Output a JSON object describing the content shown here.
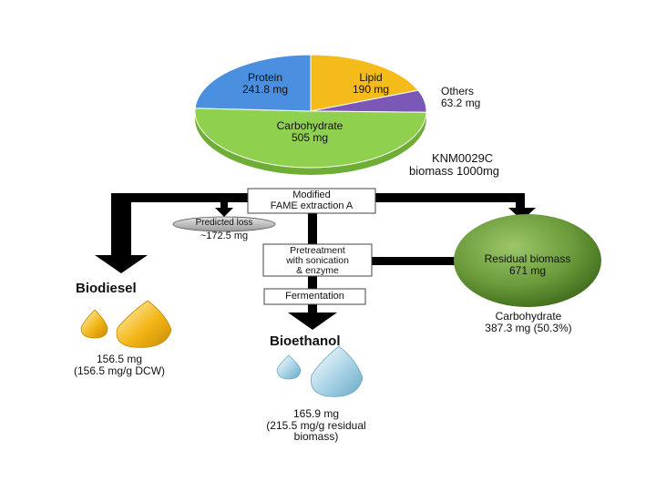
{
  "colors": {
    "protein": "#4a8fe0",
    "lipid": "#f4bb1a",
    "others": "#7b58b8",
    "carbohydrate": "#8fd14f",
    "residual_biomass": "#6a9a3a",
    "biodiesel_drop": "#f0b316",
    "bioethanol_drop": "#a8d3e6",
    "arrow": "#000000"
  },
  "biomass": {
    "composition": [
      {
        "name": "Protein",
        "amount": "241.8 mg",
        "value": 241.8,
        "color_key": "protein"
      },
      {
        "name": "Lipid",
        "amount": "190 mg",
        "value": 190,
        "color_key": "lipid"
      },
      {
        "name": "Others",
        "amount": "63.2 mg",
        "value": 63.2,
        "color_key": "others"
      },
      {
        "name": "Carbohydrate",
        "amount": "505 mg",
        "value": 505,
        "color_key": "carbohydrate"
      }
    ],
    "strain_label": "KNM0029C",
    "total_label": "biomass 1000mg"
  },
  "steps": {
    "extraction": [
      "Modified",
      "FAME extraction A"
    ],
    "predicted_loss_title": "Predicted loss",
    "predicted_loss_value": "~172.5 mg",
    "pretreatment": [
      "Pretreatment",
      "with sonication",
      "& enzyme"
    ],
    "fermentation": "Fermentation"
  },
  "outputs": {
    "biodiesel": {
      "title": "Biodiesel",
      "yield": "156.5 mg",
      "yield_note": "(156.5 mg/g DCW)"
    },
    "bioethanol": {
      "title": "Bioethanol",
      "yield": "165.9 mg",
      "yield_note": "(215.5 mg/g residual",
      "yield_note2": "biomass)"
    },
    "residual": {
      "title": "Residual biomass",
      "amount": "671 mg",
      "carb_label": "Carbohydrate",
      "carb_value": "387.3 mg (50.3%)"
    }
  }
}
